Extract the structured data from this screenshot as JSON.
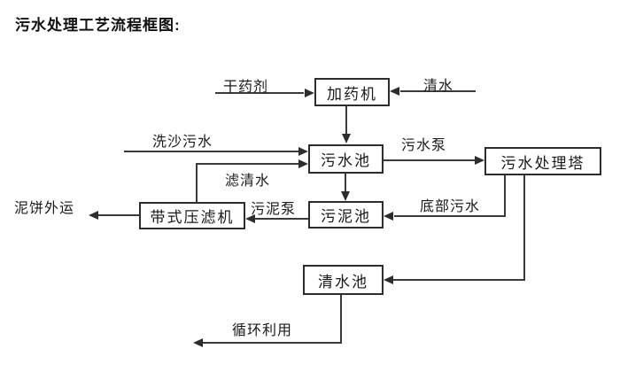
{
  "title": "污水处理工艺流程框图:",
  "diagram": {
    "nodes": {
      "dosing_machine": "加药机",
      "sewage_pool": "污水池",
      "treatment_tower": "污水处理塔",
      "sludge_pool": "污泥池",
      "belt_filter_press": "带式压滤机",
      "clean_water_pool": "清水池"
    },
    "flow_labels": {
      "dry_chemical": "干药剂",
      "clean_water": "清水",
      "sand_washing_sewage": "洗沙污水",
      "filtered_water": "滤清水",
      "sewage_pump": "污水泵",
      "bottom_sewage": "底部污水",
      "sludge_pump": "污泥泵",
      "mud_cake_out": "泥饼外运",
      "recycling": "循环利用"
    },
    "colors": {
      "line": "#3a3a3a",
      "text": "#1a1a1a",
      "background": "#ffffff"
    }
  }
}
